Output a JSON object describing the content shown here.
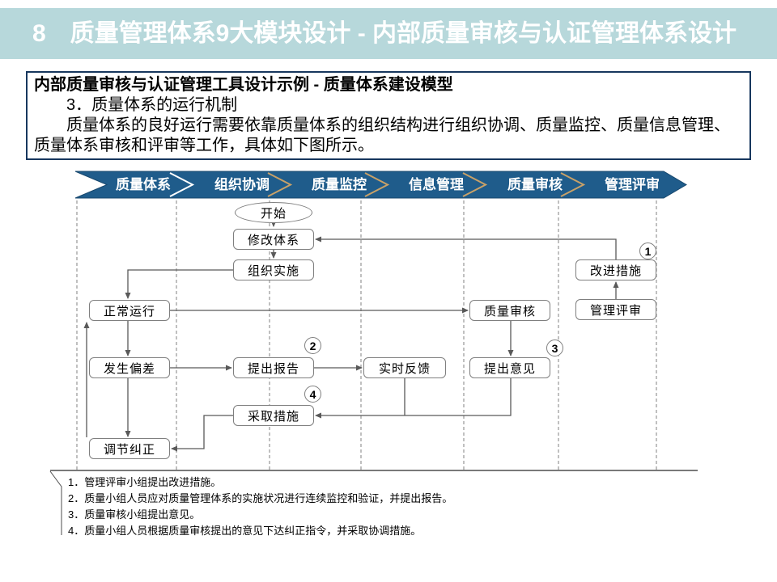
{
  "colors": {
    "header_bg": "#B7D8DB",
    "title_text": "#FFFFFF",
    "band_blue": "#1F5C8B",
    "panel_border": "#17375E",
    "box_border": "#7F7F7F",
    "connector": "#595959",
    "separator_tan": "#C8A168",
    "separator_white": "#FFFFFF"
  },
  "header": {
    "title": "8　质量管理体系9大模块设计 - 内部质量审核与认证管理体系设计"
  },
  "intro": {
    "heading": "内部质量审核与认证管理工具设计示例 - 质量体系建设模型",
    "line2": "　　3．质量体系的运行机制",
    "line3": "　　质量体系的良好运行需要依靠质量体系的组织结构进行组织协调、质量监控、质量信息管理、",
    "line4": "质量体系审核和评审等工作，具体如下图所示。"
  },
  "lanes": {
    "labels": [
      "质量体系",
      "组织协调",
      "质量监控",
      "信息管理",
      "质量审核",
      "管理评审"
    ]
  },
  "flow": {
    "nodes": {
      "start": {
        "label": "开始"
      },
      "modify": {
        "label": "修改体系"
      },
      "implement": {
        "label": "组织实施"
      },
      "normal": {
        "label": "正常运行"
      },
      "audit": {
        "label": "质量审核"
      },
      "improve": {
        "label": "改进措施"
      },
      "review": {
        "label": "管理评审"
      },
      "deviation": {
        "label": "发生偏差"
      },
      "report": {
        "label": "提出报告"
      },
      "feedback": {
        "label": "实时反馈"
      },
      "opinion": {
        "label": "提出意见"
      },
      "measures": {
        "label": "采取措施"
      },
      "correct": {
        "label": "调节纠正"
      }
    },
    "badges": [
      "1",
      "2",
      "3",
      "4"
    ]
  },
  "notes": [
    "1．管理评审小组提出改进措施。",
    "2．质量小组人员应对质量管理体系的实施状况进行连续监控和验证，并提出报告。",
    "3．质量审核小组提出意见。",
    "4．质量小组人员根据质量审核提出的意见下达纠正指令，并采取协调措施。"
  ]
}
